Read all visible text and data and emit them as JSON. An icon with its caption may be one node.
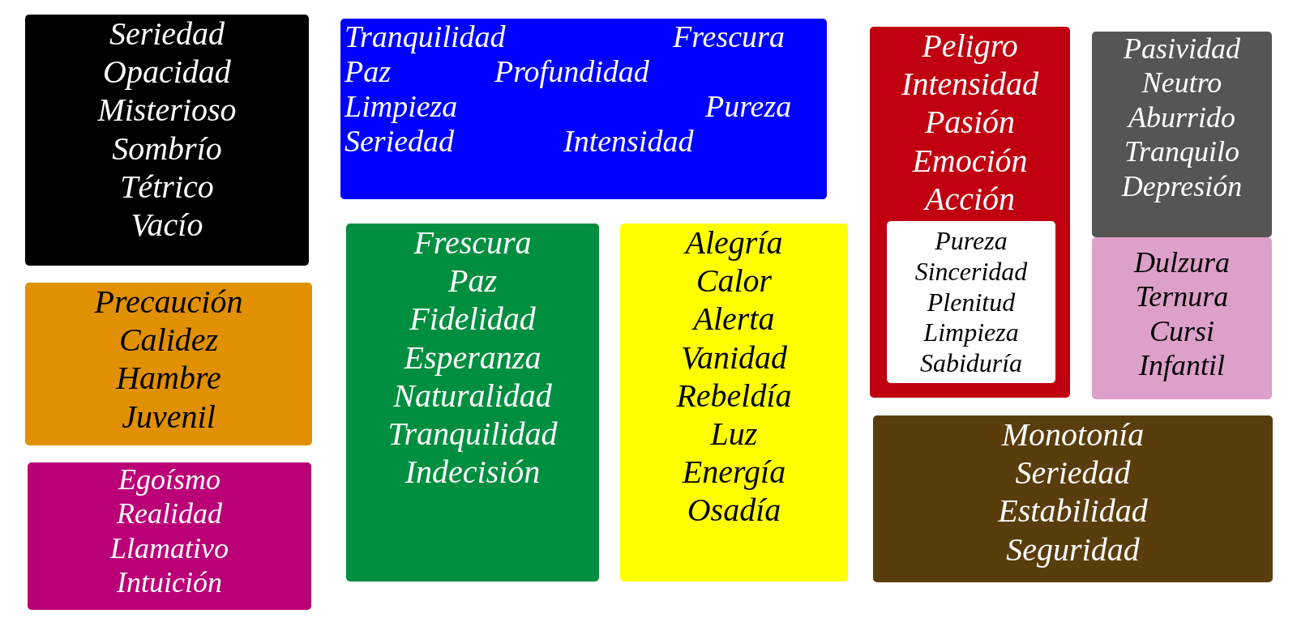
{
  "diagram": {
    "nodes": [
      {
        "text": [
          "Seriedad",
          "Opacidad",
          "Misterioso",
          "Sombrío",
          "Tétrico",
          "Vacío"
        ]
      },
      {
        "text": [
          "Tranquilidad",
          "Frescura",
          "Paz",
          "Profundidad",
          "Limpieza",
          "Pureza",
          "Seriedad",
          "Intensidad"
        ]
      },
      {
        "text": [
          "Peligro",
          "Intensidad",
          "Pasión",
          "Emoción",
          "Acción"
        ]
      },
      {
        "text": [
          "Pureza",
          "Sinceridad",
          "Plenitud",
          "Limpieza",
          "Sabiduría"
        ],
        "in": 2
      },
      {
        "text": [
          "Pasividad",
          "Neutro",
          "Aburrido",
          "Tranquilo",
          "Depresión"
        ]
      },
      {
        "text": [
          "Dulzura",
          "Ternura",
          "Cursi",
          "Infantil"
        ]
      },
      {
        "text": [
          "Precaución",
          "Calidez",
          "Hambre",
          "Juvenil"
        ]
      },
      {
        "text": [
          "Frescura",
          "Paz",
          "Fidelidad",
          "Esperanza",
          "Naturalidad",
          "Tranquilidad",
          "Indecisión"
        ]
      },
      {
        "text": [
          "Alegría",
          "Calor",
          "Alerta",
          "Vanidad",
          "Rebeldía",
          "Luz",
          "Energía",
          "Osadía"
        ]
      },
      {
        "text": [
          "Monotonía",
          "Seriedad",
          "Estabilidad",
          "Seguridad"
        ]
      },
      {
        "text": [
          "Egoísmo",
          "Realidad",
          "Llamativo",
          "Intuición"
        ]
      }
    ]
  }
}
